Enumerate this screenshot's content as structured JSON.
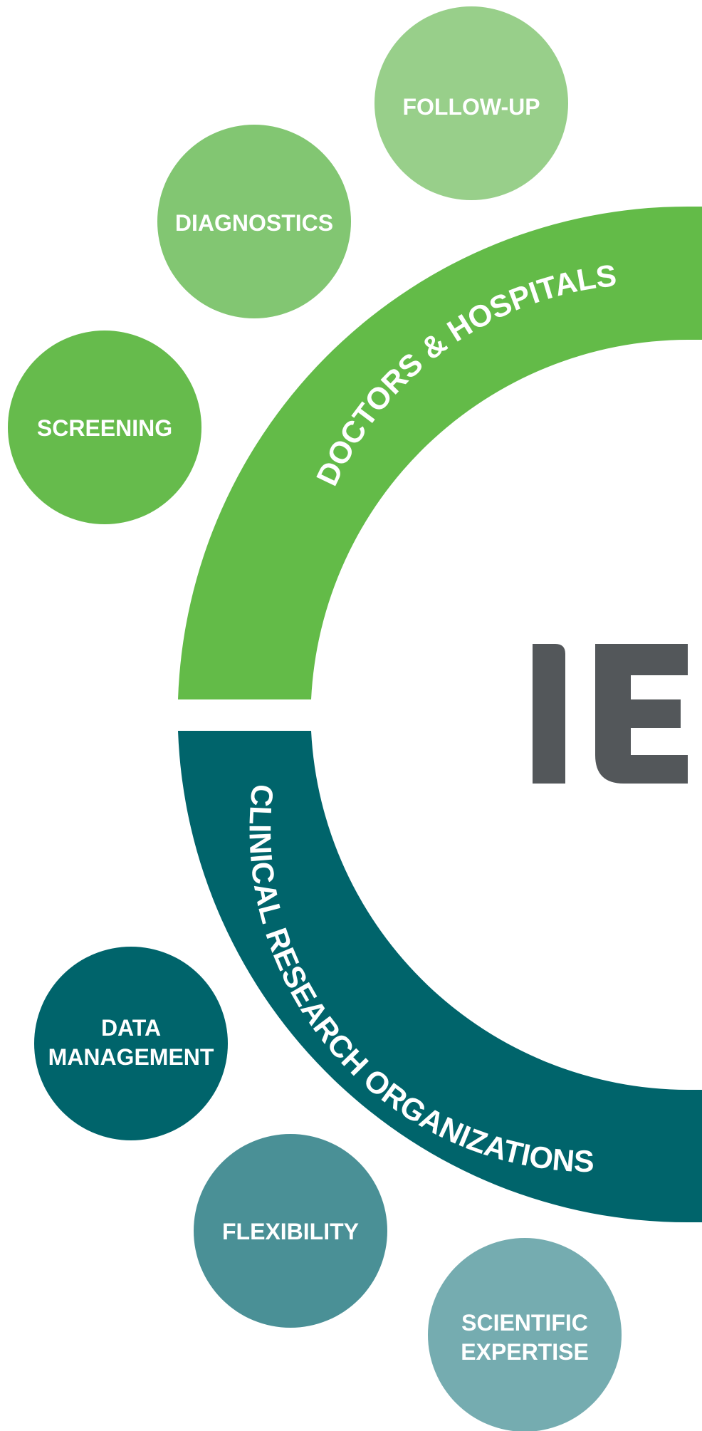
{
  "logo": {
    "text": "IE",
    "color": "#53575a"
  },
  "arcs": {
    "top": {
      "label": "DOCTORS & HOSPITALS",
      "color": "#63bb48"
    },
    "bottom": {
      "label": "CLINICAL RESEARCH ORGANIZATIONS",
      "color": "#00646b"
    }
  },
  "bubbles": {
    "follow_up": {
      "label": "FOLLOW-UP",
      "color": "#98cf8a"
    },
    "diagnostics": {
      "label": "DIAGNOSTICS",
      "color": "#82c672"
    },
    "screening": {
      "label": "SCREENING",
      "color": "#66bb4c"
    },
    "data_management": {
      "label_line1": "DATA",
      "label_line2": "MANAGEMENT",
      "color": "#00646b"
    },
    "flexibility": {
      "label": "FLEXIBILITY",
      "color": "#4a9096"
    },
    "scientific_expertise": {
      "label_line1": "SCIENTIFIC",
      "label_line2": "EXPERTISE",
      "color": "#75acb0"
    }
  }
}
